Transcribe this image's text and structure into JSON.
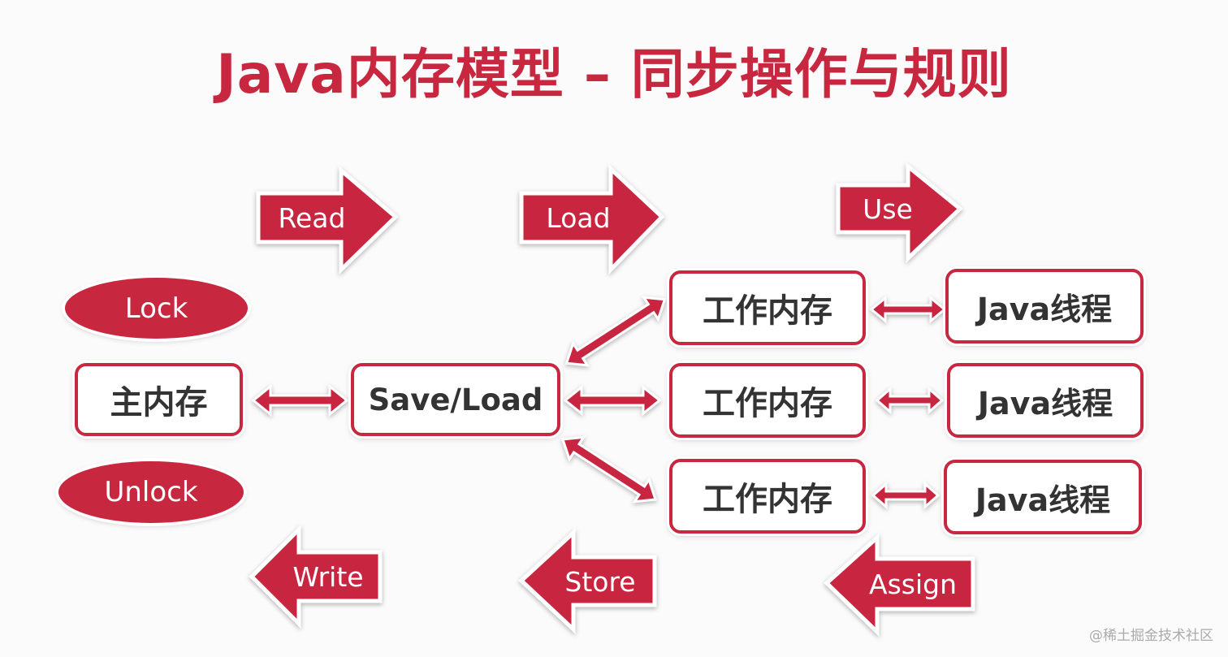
{
  "title": "Java内存模型 – 同步操作与规则",
  "colors": {
    "accent": "#c8283f",
    "box_text": "#333333",
    "background": "#fbfbfb"
  },
  "operations": {
    "read": "Read",
    "load": "Load",
    "use": "Use",
    "write": "Write",
    "store": "Store",
    "assign": "Assign",
    "lock": "Lock",
    "unlock": "Unlock"
  },
  "nodes": {
    "main_memory": "主内存",
    "save_load": "Save/Load",
    "working_memory": [
      "工作内存",
      "工作内存",
      "工作内存"
    ],
    "java_thread": [
      "Java线程",
      "Java线程",
      "Java线程"
    ]
  },
  "watermark": "@稀土掘金技术社区"
}
